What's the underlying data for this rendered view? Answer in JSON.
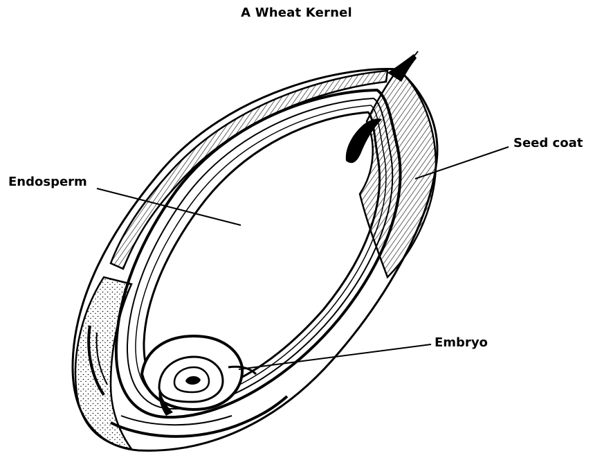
{
  "title": "A Wheat Kernel",
  "labels": {
    "seed_coat": "Seed coat",
    "endosperm": "Endosperm",
    "embryo": "Embryo"
  },
  "colors": {
    "ink": "#000000",
    "background": "#ffffff"
  }
}
